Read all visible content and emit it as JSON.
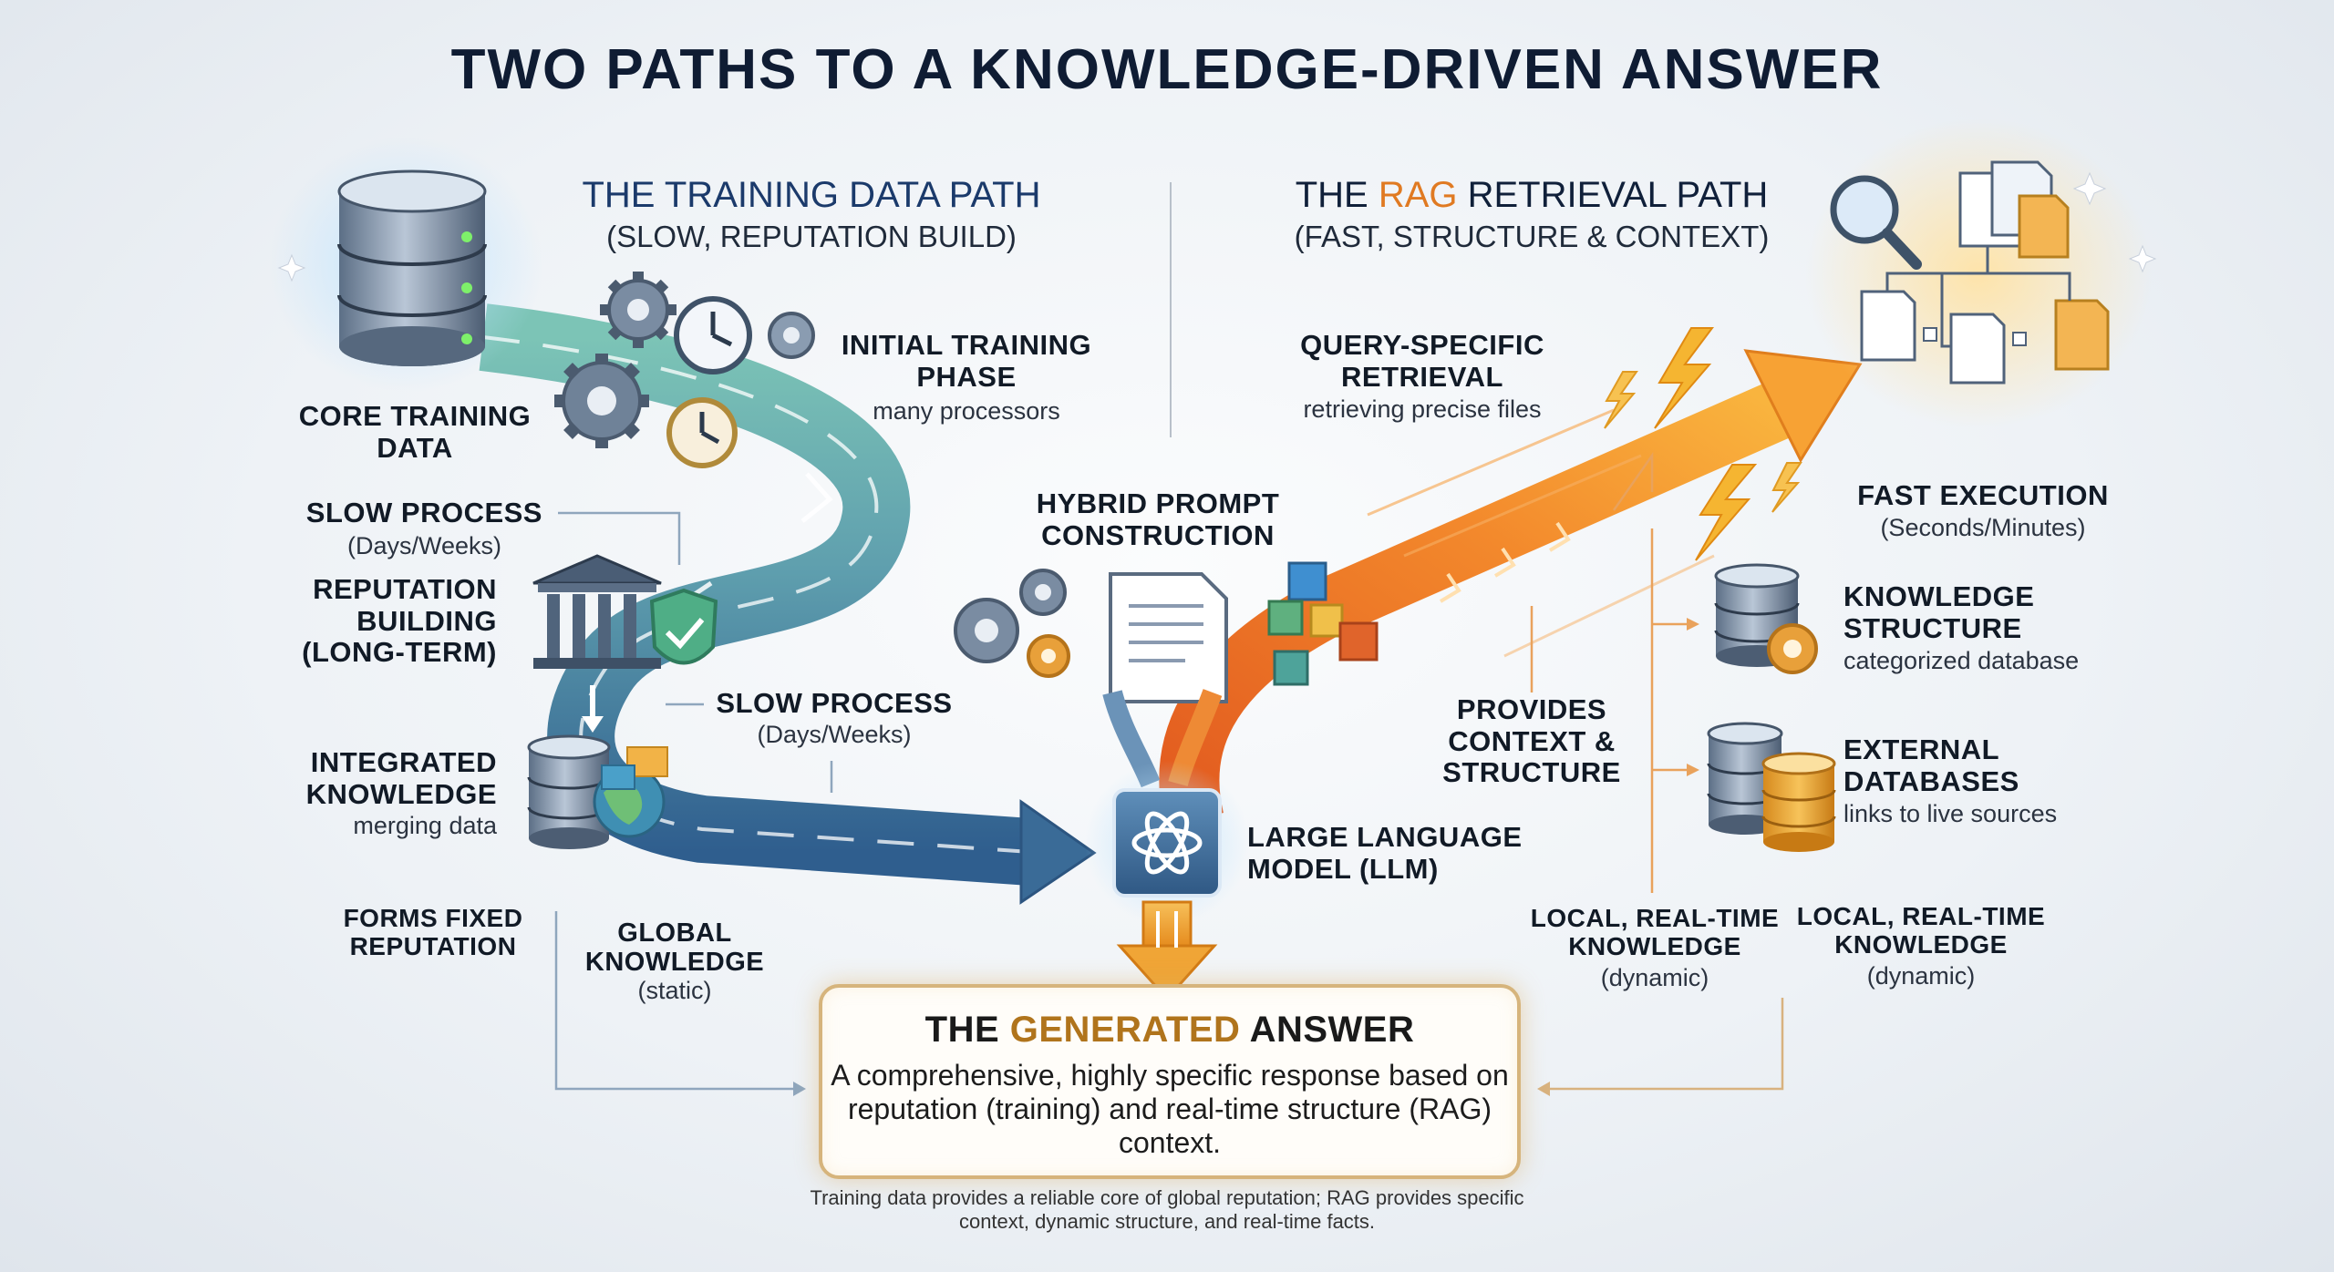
{
  "title": "TWO PATHS TO A KNOWLEDGE-DRIVEN ANSWER",
  "training_path": {
    "heading": "THE TRAINING DATA PATH",
    "subheading": "(SLOW, REPUTATION BUILD)",
    "core_data": "CORE TRAINING DATA",
    "initial_phase": "INITIAL TRAINING PHASE",
    "initial_phase_note": "many processors",
    "slow_process_1": "SLOW PROCESS",
    "slow_process_1_note": "(Days/Weeks)",
    "reputation": "REPUTATION BUILDING (LONG-TERM)",
    "slow_process_2": "SLOW PROCESS",
    "slow_process_2_note": "(Days/Weeks)",
    "integrated": "INTEGRATED KNOWLEDGE",
    "integrated_note": "merging data",
    "forms_fixed": "FORMS FIXED REPUTATION",
    "global": "GLOBAL KNOWLEDGE",
    "global_note": "(static)"
  },
  "rag_path": {
    "heading_pre": "THE ",
    "heading_accent": "RAG",
    "heading_post": " RETRIEVAL PATH",
    "subheading": "(FAST, STRUCTURE & CONTEXT)",
    "query_retrieval": "QUERY-SPECIFIC RETRIEVAL",
    "query_retrieval_note": "retrieving precise files",
    "fast_exec": "FAST EXECUTION",
    "fast_exec_note": "(Seconds/Minutes)",
    "knowledge_structure": "KNOWLEDGE STRUCTURE",
    "knowledge_structure_note": "categorized database",
    "provides_context": "PROVIDES CONTEXT & STRUCTURE",
    "external_db": "EXTERNAL DATABASES",
    "external_db_note": "links to live sources",
    "local_1": "LOCAL, REAL-TIME KNOWLEDGE",
    "local_1_note": "(dynamic)",
    "local_2": "LOCAL, REAL-TIME KNOWLEDGE",
    "local_2_note": "(dynamic)"
  },
  "center": {
    "hybrid": "HYBRID PROMPT CONSTRUCTION",
    "llm": "LARGE LANGUAGE MODEL (LLM)"
  },
  "answer": {
    "title_pre": "THE ",
    "title_accent": "GENERATED",
    "title_post": " ANSWER",
    "body": "A comprehensive, highly specific response based on reputation (training) and real-time structure (RAG) context."
  },
  "footnote": "Training data provides a reliable core of global reputation; RAG provides specific context, dynamic structure, and real-time facts.",
  "colors": {
    "training_blue": "#3a6b97",
    "training_teal": "#6fb3a6",
    "rag_orange": "#f08a2b",
    "rag_gold": "#f5b342",
    "answer_border": "#d6b47c",
    "title_navy": "#0f1c33"
  }
}
